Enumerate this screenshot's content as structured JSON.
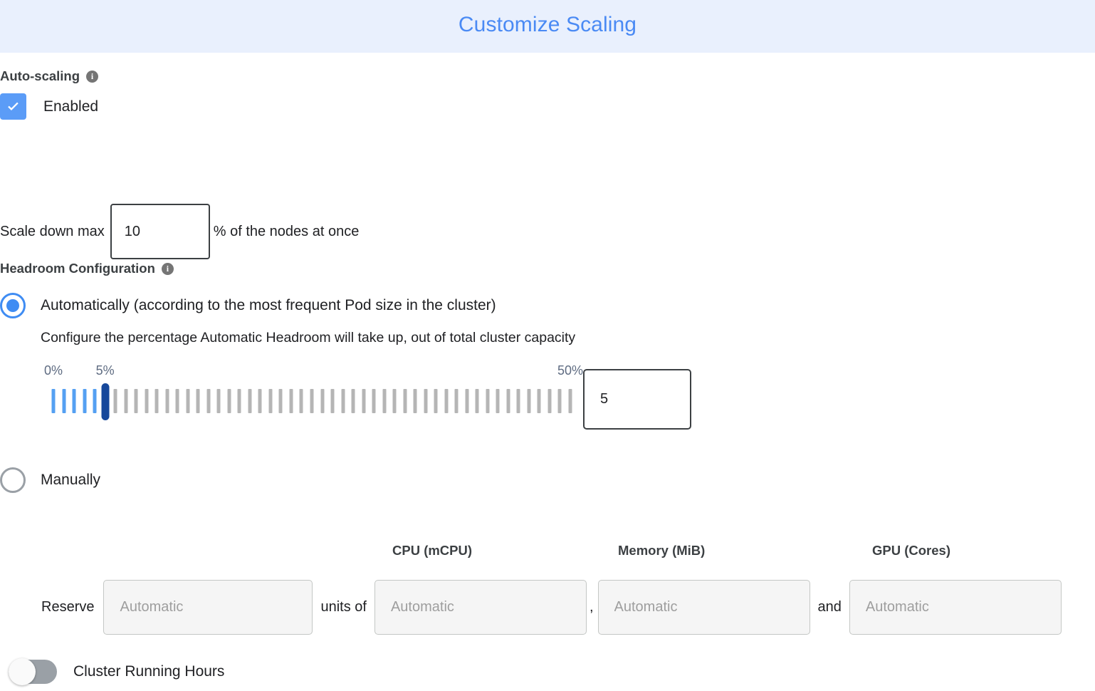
{
  "header": {
    "title": "Customize Scaling",
    "bg_color": "#e9f0fd",
    "title_color": "#4a8af4"
  },
  "autoscaling": {
    "heading": "Auto-scaling",
    "info_icon": "info-icon",
    "checkbox": {
      "label": "Enabled",
      "checked": true,
      "color": "#5b9cf7"
    },
    "scale_down": {
      "prefix_label": "Scale down max",
      "value": "10",
      "suffix_label": "% of the nodes at once"
    }
  },
  "headroom": {
    "heading": "Headroom Configuration",
    "info_icon": "info-icon",
    "options": [
      {
        "id": "automatic",
        "label": "Automatically (according to the most frequent Pod size in the cluster)",
        "selected": true,
        "description": "Configure the percentage Automatic Headroom will take up, out of total cluster capacity"
      },
      {
        "id": "manual",
        "label": "Manually",
        "selected": false
      }
    ],
    "slider": {
      "min": 0,
      "max": 50,
      "value": 5,
      "step": 1,
      "tick_count": 51,
      "labels": [
        {
          "text": "0%",
          "value": 0
        },
        {
          "text": "5%",
          "value": 5
        },
        {
          "text": "50%",
          "value": 50
        }
      ],
      "value_box": "5",
      "filled_color": "#55a0f2",
      "empty_color": "#b5b5b5",
      "thumb_color": "#17489b",
      "label_color": "#5f6c82"
    },
    "manual": {
      "reserve_label": "Reserve",
      "units_of_label": "units of",
      "comma": ",",
      "and_label": "and",
      "columns": [
        {
          "header": "",
          "placeholder": "Automatic",
          "value": "",
          "name": "reserve-units"
        },
        {
          "header": "CPU (mCPU)",
          "placeholder": "Automatic",
          "value": "",
          "name": "cpu"
        },
        {
          "header": "Memory (MiB)",
          "placeholder": "Automatic",
          "value": "",
          "name": "memory"
        },
        {
          "header": "GPU (Cores)",
          "placeholder": "Automatic",
          "value": "",
          "name": "gpu"
        }
      ]
    }
  },
  "cluster_running_hours": {
    "label": "Cluster Running Hours",
    "enabled": false,
    "track_color": "#9aa0a6"
  }
}
